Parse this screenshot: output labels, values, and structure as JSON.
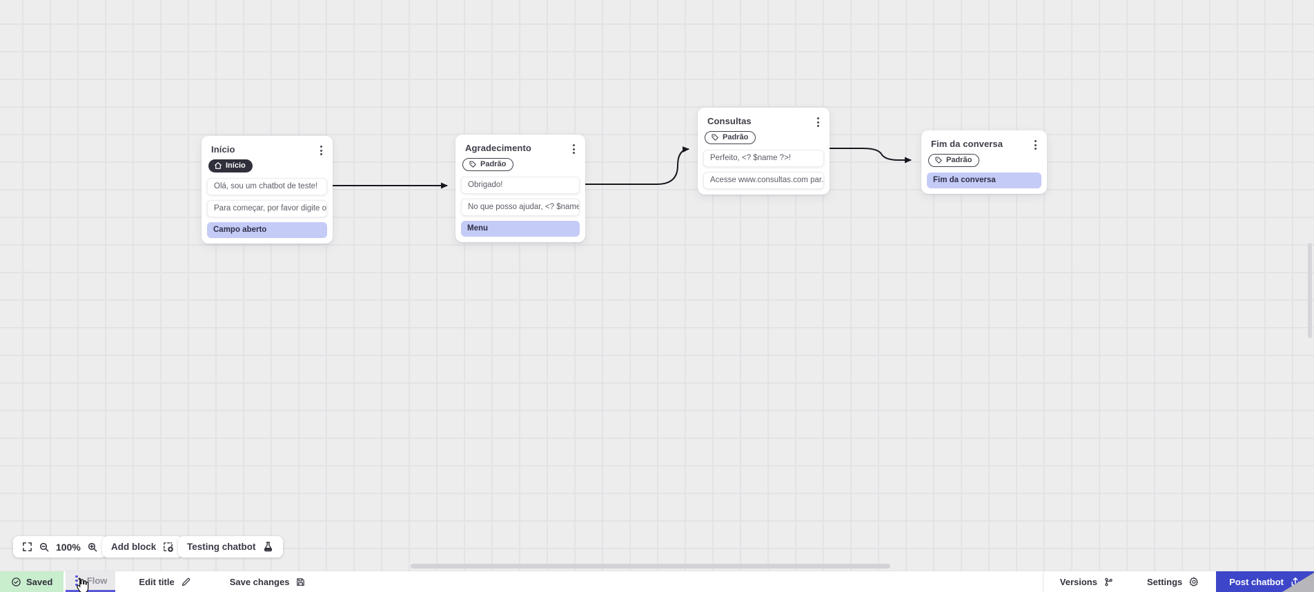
{
  "canvas": {
    "nodes": [
      {
        "title": "Início",
        "badge": "Início",
        "badge_type": "home",
        "messages": [
          "Olá, sou um chatbot de teste!",
          "Para começar, por favor digite o ..."
        ],
        "action": "Campo aberto"
      },
      {
        "title": "Agradecimento",
        "badge": "Padrão",
        "badge_type": "tag",
        "messages": [
          "Obrigado!",
          "No que posso ajudar, <? $name ..."
        ],
        "action": "Menu"
      },
      {
        "title": "Consultas",
        "badge": "Padrão",
        "badge_type": "tag",
        "messages": [
          "Perfeito, <? $name ?>!",
          "Acesse www.consultas.com par..."
        ]
      },
      {
        "title": "Fim da conversa",
        "badge": "Padrão",
        "badge_type": "tag",
        "messages": [],
        "action": "Fim da conversa"
      }
    ]
  },
  "toolbar": {
    "zoom_level": "100%",
    "add_block_label": "Add block",
    "testing_label": "Testing chatbot"
  },
  "statusbar": {
    "saved_label": "Saved",
    "flow_tab_label": "Flow",
    "edit_title_label": "Edit title",
    "save_changes_label": "Save changes",
    "versions_label": "Versions",
    "settings_label": "Settings",
    "post_button_label": "Post chatbot"
  },
  "colors": {
    "accent_indigo": "#3d46c8",
    "action_lavender": "#c5cbf7",
    "saved_green": "#c8eecd",
    "badge_dark": "#30303c",
    "wire": "#16161d",
    "canvas_bg": "#ededee"
  }
}
